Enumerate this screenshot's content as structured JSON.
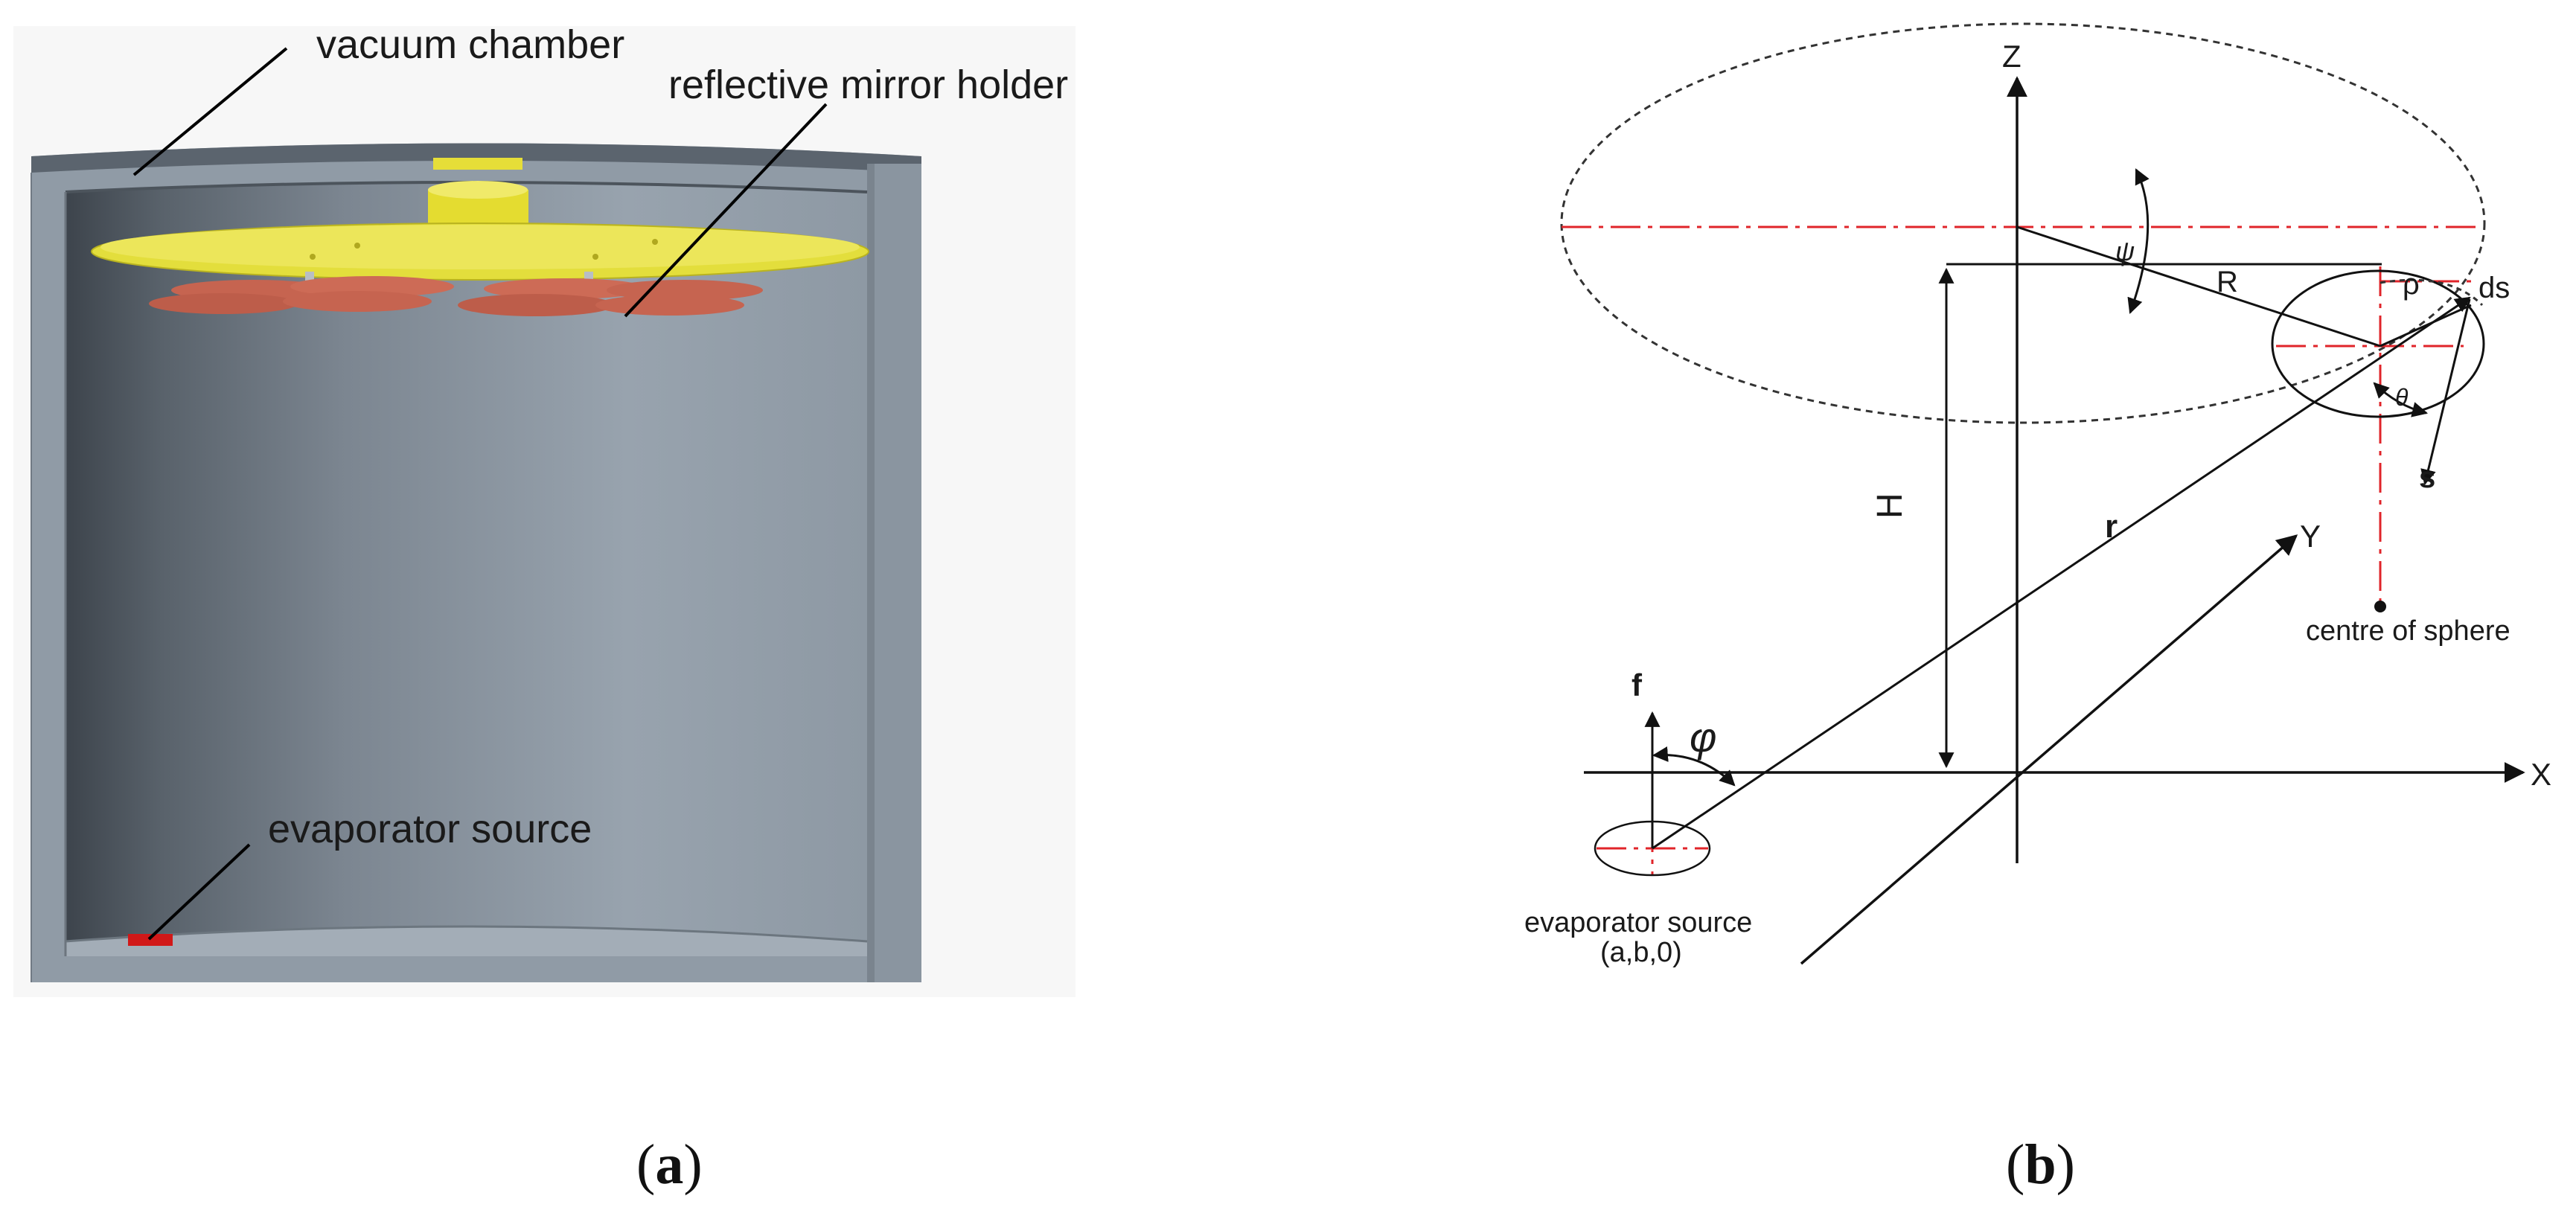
{
  "panel_a": {
    "labels": {
      "vacuum_chamber": "vacuum chamber",
      "mirror_holder": "reflective mirror holder",
      "evaporator": "evaporator source"
    },
    "caption": "(a)",
    "caption_letter": "a",
    "colors": {
      "chamber": "#8f9aa6",
      "holder": "#e3de3c",
      "mirrors": "#c66450",
      "source": "#d11818"
    }
  },
  "panel_b": {
    "axes": {
      "z": "Z",
      "x": "X",
      "y": "Y"
    },
    "symbols": {
      "R": "R",
      "rho": "ρ",
      "ds": "ds",
      "theta": "θ",
      "s": "s",
      "H": "H",
      "r": "r",
      "f": "f",
      "phi": "φ",
      "psi": "ψ"
    },
    "centre_label": "centre of sphere",
    "source_label": "evaporator source",
    "source_coords": "(a,b,0)",
    "caption": "(b)",
    "caption_letter": "b",
    "colors": {
      "centerline": "#e0242a"
    }
  }
}
